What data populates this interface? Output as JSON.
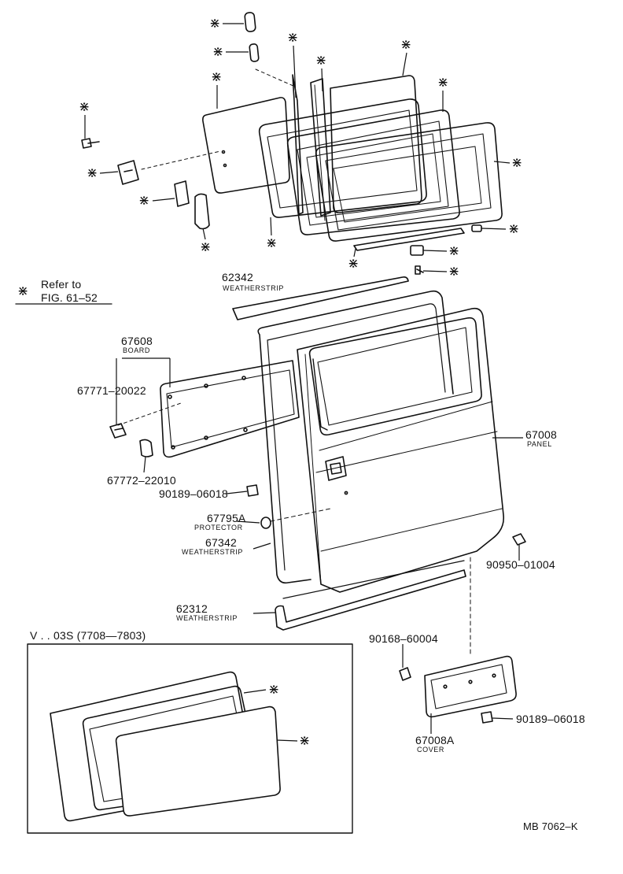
{
  "asterisk": "⋇",
  "legend": {
    "text1": "Refer to",
    "text2": "FIG. 61–52"
  },
  "parts": [
    {
      "num": "62342",
      "name": "WEATHERSTRIP"
    },
    {
      "num": "67608",
      "name": "BOARD"
    },
    {
      "num": "67771–20022",
      "name": ""
    },
    {
      "num": "67772–22010",
      "name": ""
    },
    {
      "num": "90189–06018",
      "name": ""
    },
    {
      "num": "67795A",
      "name": "PROTECTOR"
    },
    {
      "num": "67342",
      "name": "WEATHERSTRIP"
    },
    {
      "num": "62312",
      "name": "WEATHERSTRIP"
    },
    {
      "num": "67008",
      "name": "PANEL"
    },
    {
      "num": "90950–01004",
      "name": ""
    },
    {
      "num": "90168–60004",
      "name": ""
    },
    {
      "num": "90189–06018",
      "name": ""
    },
    {
      "num": "67008A",
      "name": "COVER"
    }
  ],
  "inset_title": "V . . 03S (7708—7803)",
  "drawing_code": "MB 7062–K"
}
